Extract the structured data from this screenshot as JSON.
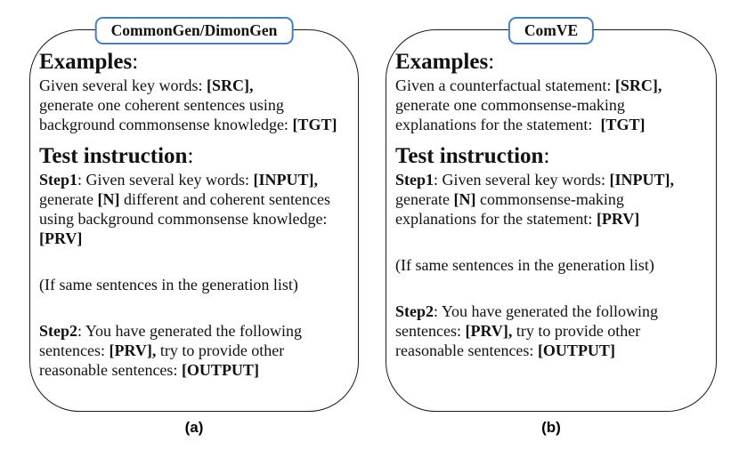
{
  "figure": {
    "colors": {
      "title_border": "#4a7ebb",
      "panel_border": "#1a1a1a",
      "text": "#111111"
    },
    "panels": [
      {
        "title": "CommonGen/DimonGen",
        "caption": "(a)",
        "blocks": [
          {
            "type": "heading",
            "text": "Examples",
            "suffix": ":"
          },
          {
            "type": "line",
            "segments": [
              {
                "t": "Given several key words: "
              },
              {
                "t": "[SRC],",
                "b": true
              }
            ]
          },
          {
            "type": "line",
            "segments": [
              {
                "t": "generate one coherent sentences using"
              }
            ]
          },
          {
            "type": "line",
            "segments": [
              {
                "t": "background commonsense knowledge: "
              },
              {
                "t": "[TGT]",
                "b": true
              }
            ]
          },
          {
            "type": "heading",
            "text": "Test instruction",
            "suffix": ":"
          },
          {
            "type": "line",
            "segments": [
              {
                "t": "Step1",
                "b": true
              },
              {
                "t": ": Given several key words: "
              },
              {
                "t": "[INPUT],",
                "b": true
              }
            ]
          },
          {
            "type": "line",
            "segments": [
              {
                "t": "generate "
              },
              {
                "t": "[N]",
                "b": true
              },
              {
                "t": " different and coherent sentences"
              }
            ]
          },
          {
            "type": "line",
            "segments": [
              {
                "t": "using background commonsense knowledge:"
              }
            ]
          },
          {
            "type": "line",
            "segments": [
              {
                "t": "[PRV]",
                "b": true
              }
            ]
          },
          {
            "type": "spacer"
          },
          {
            "type": "line",
            "segments": [
              {
                "t": "(If same sentences in the generation list)"
              }
            ]
          },
          {
            "type": "spacer"
          },
          {
            "type": "line",
            "segments": [
              {
                "t": "Step2",
                "b": true
              },
              {
                "t": ": You have generated the following"
              }
            ]
          },
          {
            "type": "line",
            "segments": [
              {
                "t": "sentences: "
              },
              {
                "t": "[PRV],",
                "b": true
              },
              {
                "t": " try to provide other"
              }
            ]
          },
          {
            "type": "line",
            "segments": [
              {
                "t": "reasonable sentences: "
              },
              {
                "t": "[OUTPUT]",
                "b": true
              }
            ]
          }
        ]
      },
      {
        "title": "ComVE",
        "caption": "(b)",
        "blocks": [
          {
            "type": "heading",
            "text": "Examples",
            "suffix": ":"
          },
          {
            "type": "line",
            "segments": [
              {
                "t": "Given a counterfactual statement: "
              },
              {
                "t": "[SRC],",
                "b": true
              }
            ]
          },
          {
            "type": "line",
            "segments": [
              {
                "t": "generate one commonsense-making"
              }
            ]
          },
          {
            "type": "line",
            "segments": [
              {
                "t": "explanations for the statement:  "
              },
              {
                "t": "[TGT]",
                "b": true
              }
            ]
          },
          {
            "type": "heading",
            "text": "Test instruction",
            "suffix": ":"
          },
          {
            "type": "line",
            "segments": [
              {
                "t": "Step1",
                "b": true
              },
              {
                "t": ": Given several key words: "
              },
              {
                "t": "[INPUT],",
                "b": true
              }
            ]
          },
          {
            "type": "line",
            "segments": [
              {
                "t": "generate "
              },
              {
                "t": "[N]",
                "b": true
              },
              {
                "t": " commonsense-making"
              }
            ]
          },
          {
            "type": "line",
            "segments": [
              {
                "t": "explanations for the statement: "
              },
              {
                "t": "[PRV]",
                "b": true
              }
            ]
          },
          {
            "type": "spacer"
          },
          {
            "type": "line",
            "segments": [
              {
                "t": "(If same sentences in the generation list)"
              }
            ]
          },
          {
            "type": "spacer"
          },
          {
            "type": "line",
            "segments": [
              {
                "t": "Step2",
                "b": true
              },
              {
                "t": ": You have generated the following"
              }
            ]
          },
          {
            "type": "line",
            "segments": [
              {
                "t": "sentences: "
              },
              {
                "t": "[PRV],",
                "b": true
              },
              {
                "t": " try to provide other"
              }
            ]
          },
          {
            "type": "line",
            "segments": [
              {
                "t": "reasonable sentences: "
              },
              {
                "t": "[OUTPUT]",
                "b": true
              }
            ]
          }
        ]
      }
    ]
  }
}
